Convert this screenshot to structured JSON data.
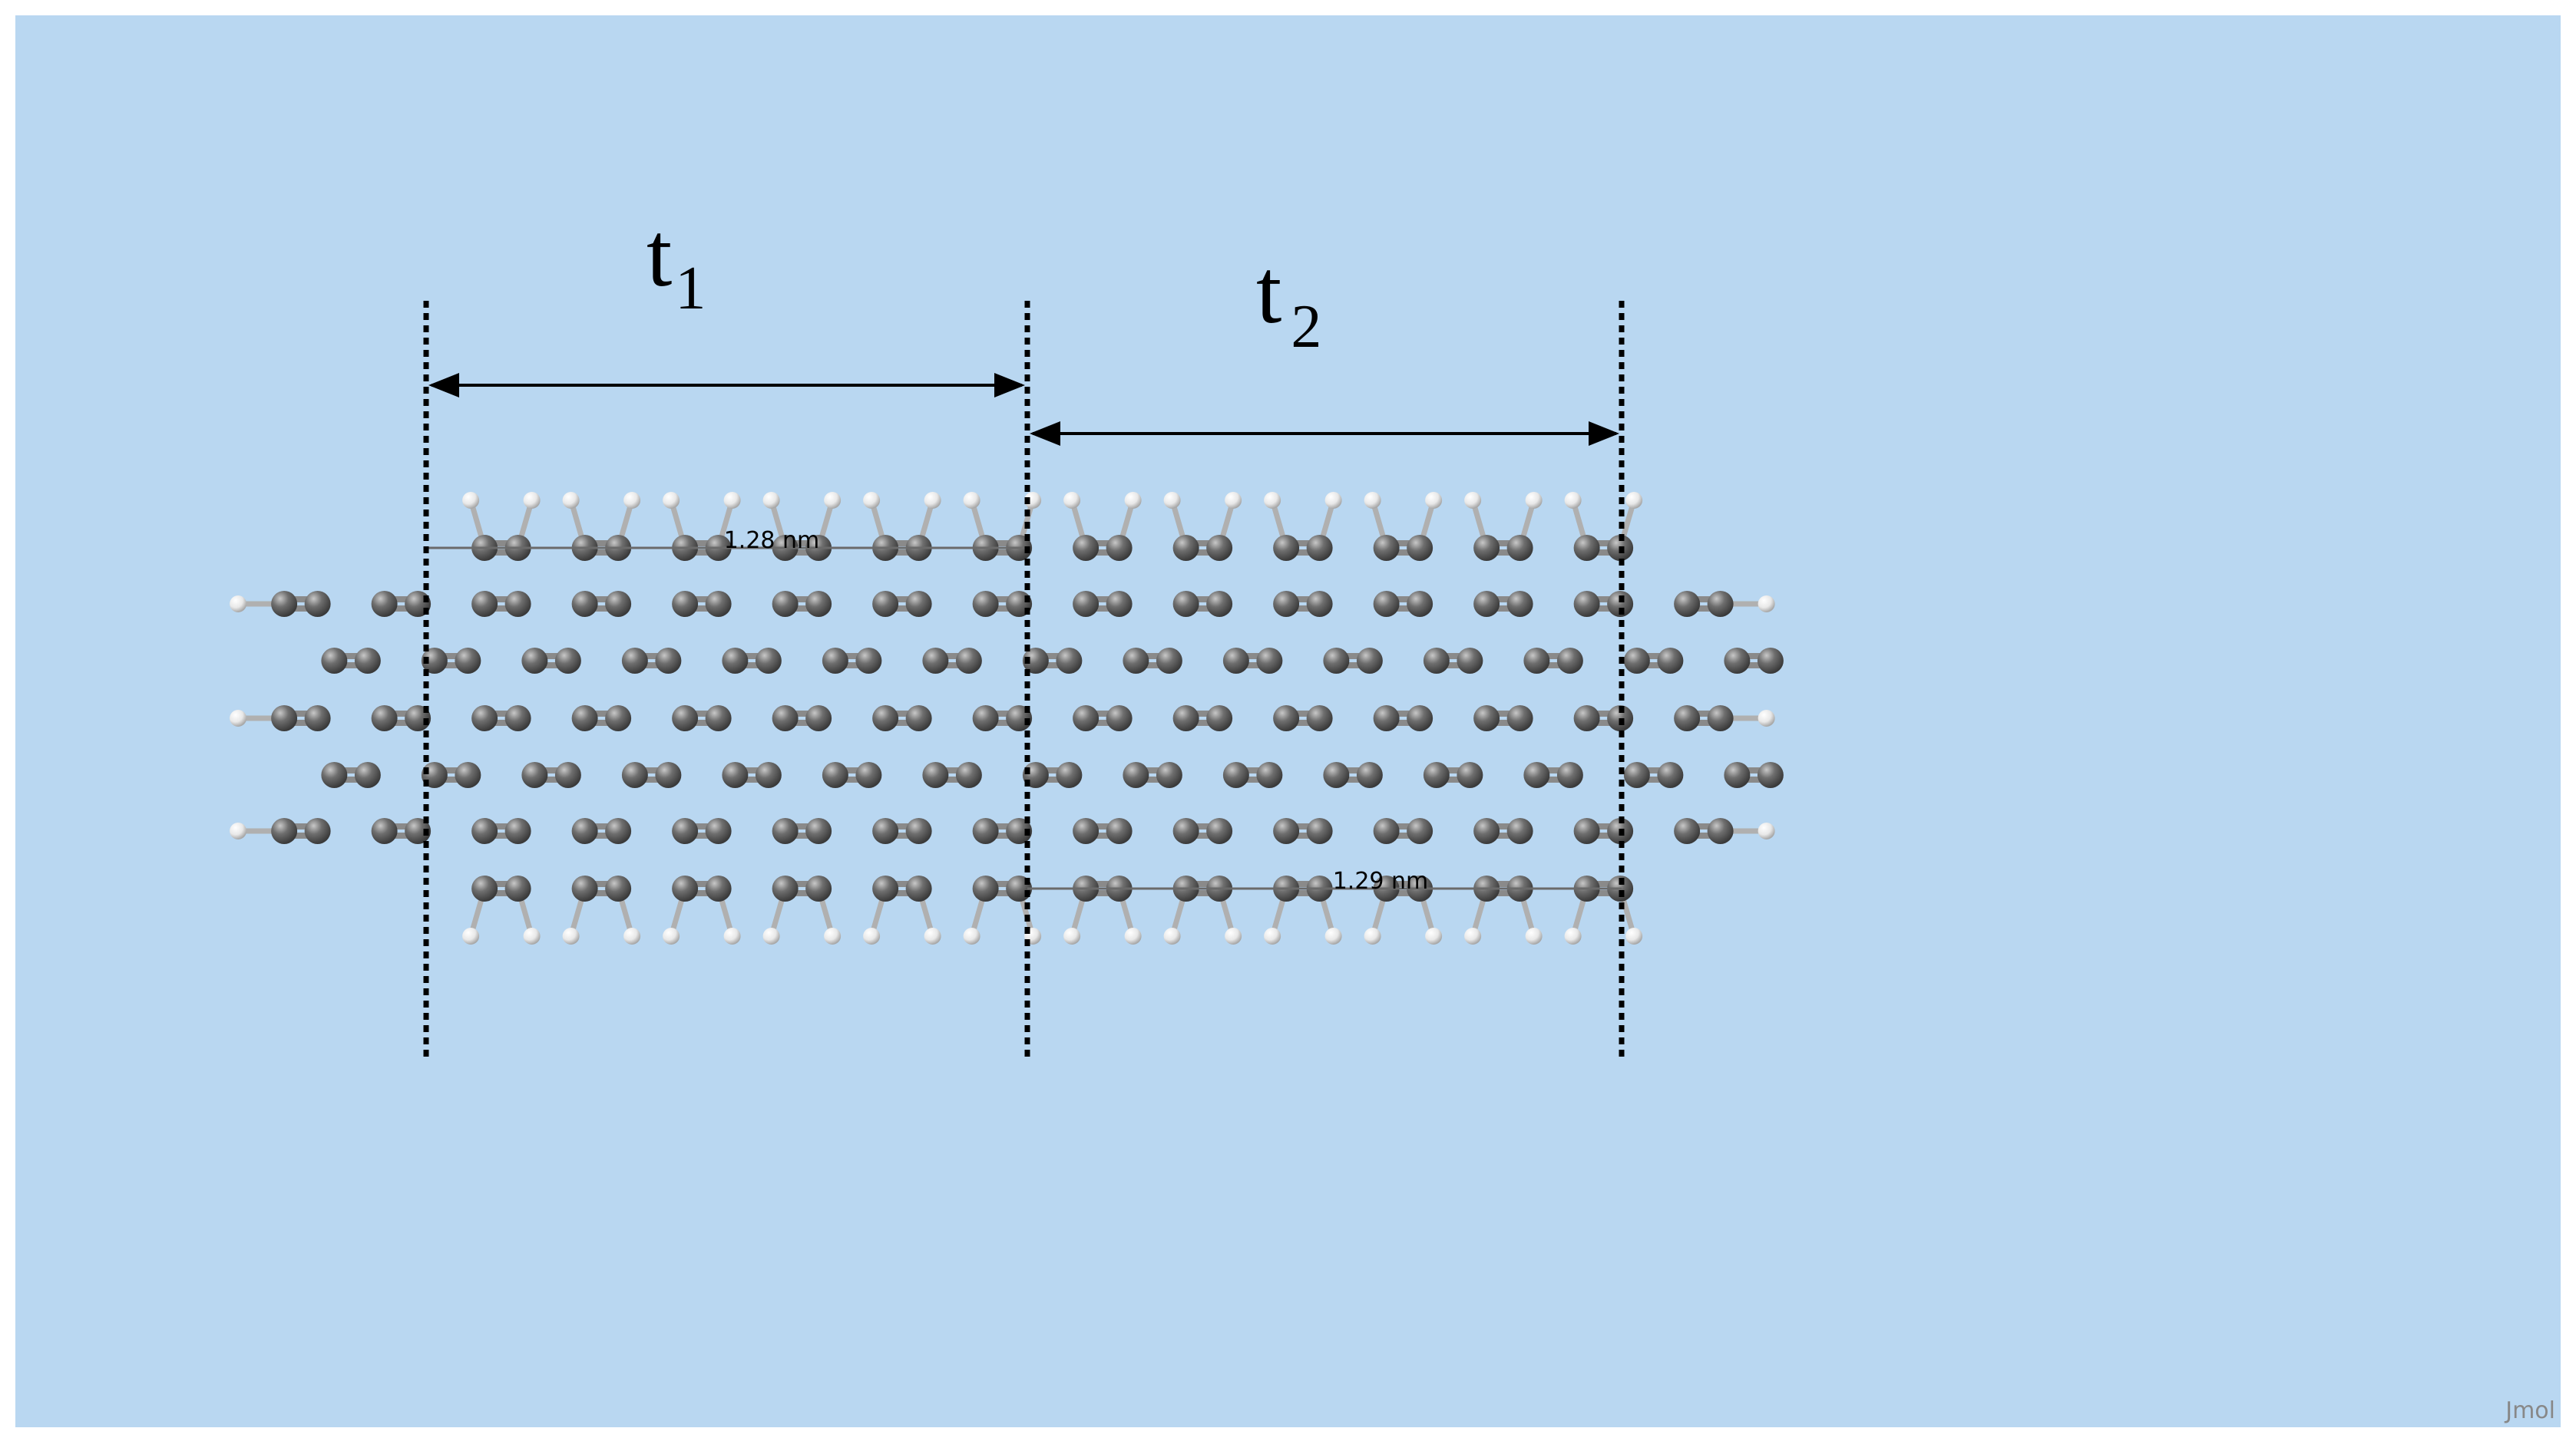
{
  "viewer": {
    "background_color": "#b9d7f1",
    "watermark": "Jmol"
  },
  "annotations": {
    "t1": {
      "base": "t",
      "subscript": "1"
    },
    "t2": {
      "base": "t",
      "subscript": "2"
    }
  },
  "measurements": [
    {
      "id": "m1",
      "label": "1.28 nm"
    },
    {
      "id": "m2",
      "label": "1.29 nm"
    }
  ],
  "molecule": {
    "name": "graphene nanoribbon",
    "carbon_color": "#6e6e6e",
    "bond_color": "#8a8a8a",
    "hydrogen_color": "#f2f2f2"
  }
}
